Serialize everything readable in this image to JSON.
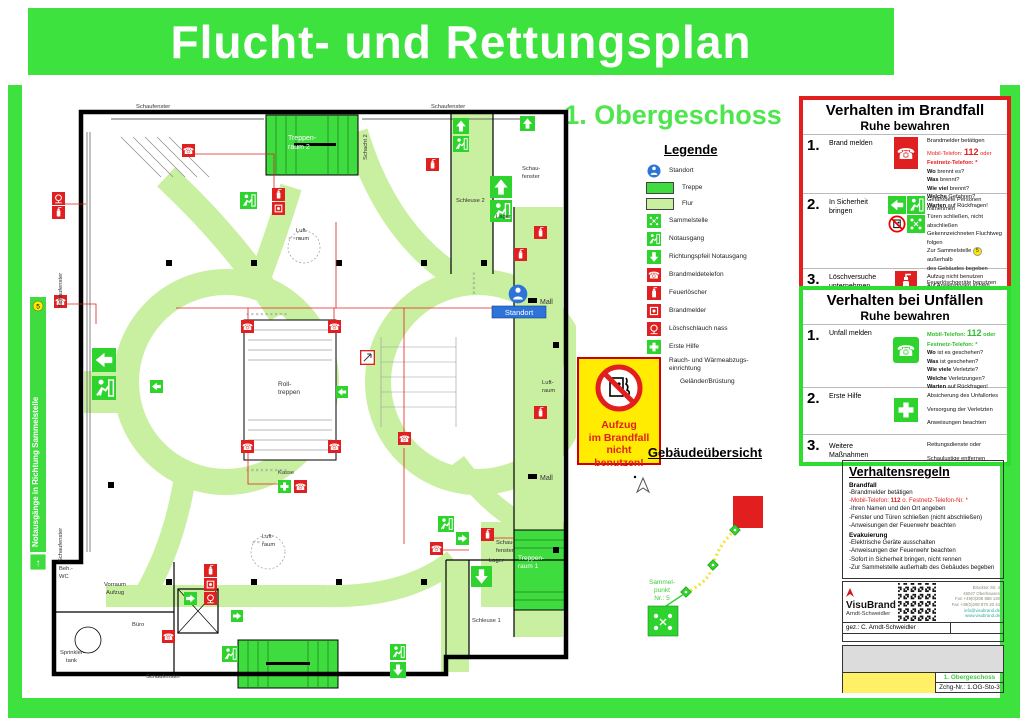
{
  "page": {
    "title": "Flucht- und Rettungsplan",
    "floor_heading": "1. Obergeschoss"
  },
  "colors": {
    "frame_green": "#3EE23E",
    "route_green": "#C9EFA1",
    "sign_green": "#2ED32E",
    "alarm_red": "#E02020",
    "standort_blue": "#2E74D8",
    "warning_yellow": "#FFEC00"
  },
  "legend": {
    "heading": "Legende",
    "items": [
      {
        "icon": "standort-icon",
        "label": "Standort"
      },
      {
        "icon": "stair-swatch",
        "label": "Treppe"
      },
      {
        "icon": "corridor-swatch",
        "label": "Flur"
      },
      {
        "icon": "assembly-point-icon",
        "label": "Sammelstelle"
      },
      {
        "icon": "emergency-exit-icon",
        "label": "Notausgang"
      },
      {
        "icon": "direction-arrow-icon",
        "label": "Richtungspfeil Notausgang"
      },
      {
        "icon": "fire-phone-icon",
        "label": "Brandmeldetelefon"
      },
      {
        "icon": "fire-extinguisher-icon",
        "label": "Feuerlöscher"
      },
      {
        "icon": "fire-alarm-icon",
        "label": "Brandmelder"
      },
      {
        "icon": "fire-hose-icon",
        "label": "Löschschlauch nass"
      },
      {
        "icon": "first-aid-icon",
        "label": "Erste Hilfe"
      },
      {
        "icon": "smoke-vent-icon",
        "label": "Rauch- und Wärmeabzugs-einrichtung"
      },
      {
        "icon": "railing-icon",
        "label": "Geländer/Brüstung"
      }
    ]
  },
  "brandfall": {
    "title": "Verhalten im Brandfall",
    "subtitle": "Ruhe bewahren",
    "steps": {
      "s1": {
        "num": "1.",
        "title": "Brand melden",
        "intro": "Brandmelder betätigen",
        "mobil": {
          "pre": "Mobil-Telefon:",
          "num": "112",
          "post": "oder"
        },
        "fest": "Festnetz-Telefon: *",
        "qa": [
          {
            "b": "Wo",
            "r": "brennt es?"
          },
          {
            "b": "Was",
            "r": "brennt?"
          },
          {
            "b": "Wie viel",
            "r": "brennt?"
          },
          {
            "b": "Welche",
            "r": "Gefahren?"
          },
          {
            "b": "Warten",
            "r": "auf Rückfragen!"
          }
        ]
      },
      "s2": {
        "num": "2.",
        "title": "In Sicherheit bringen",
        "lines": [
          "Gefährdete Personen mitnehmen",
          "Türen schließen, nicht abschließen",
          "Gekennzeichneten Fluchtweg folgen"
        ],
        "sammel": {
          "pre": "Zur Sammelstelle",
          "badge": "5",
          "post": "außerhalb"
        },
        "lines2": [
          "des Gebäudes begeben",
          "Aufzug nicht benutzen",
          "Auf Anweisungen achten"
        ]
      },
      "s3": {
        "num": "3.",
        "title": "Löschversuche unternehmen",
        "line": "Feuerlöschgeräte benutzen"
      }
    }
  },
  "unfall": {
    "title": "Verhalten bei Unfällen",
    "subtitle": "Ruhe bewahren",
    "steps": {
      "s1": {
        "num": "1.",
        "title": "Unfall melden",
        "mobil": {
          "pre": "Mobil-Telefon:",
          "num": "112",
          "post": "oder"
        },
        "fest": "Festnetz-Telefon: *",
        "qa": [
          {
            "b": "Wo",
            "r": "ist es geschehen?"
          },
          {
            "b": "Was",
            "r": "ist geschehen?"
          },
          {
            "b": "Wie viele",
            "r": "Verletzte?"
          },
          {
            "b": "Welche",
            "r": "Verletzungen?"
          },
          {
            "b": "Warten",
            "r": "auf Rückfragen!"
          }
        ]
      },
      "s2": {
        "num": "2.",
        "title": "Erste Hilfe",
        "lines": [
          "Absicherung des Unfallortes",
          "Versorgung der Verletzten",
          "Anweisungen beachten"
        ]
      },
      "s3": {
        "num": "3.",
        "title": "Weitere Maßnahmen",
        "lines": [
          "Rettungsdienste oder",
          "Schaulustige entfernen"
        ]
      }
    }
  },
  "regeln": {
    "heading": "Verhaltensregeln",
    "brand_heading": "Brandfall",
    "brand_item0": "-Brandmelder betätigen",
    "brand_phone": {
      "pre": "-Mobil-Telefon:",
      "num": "112",
      "post": "o. Festnetz-Telefon-Nr. *"
    },
    "brand_items": [
      "-Ihren Namen und den Ort angeben",
      "-Fenster und Türen schließen (nicht abschließen)",
      "-Anweisungen der Feuerwehr beachten"
    ],
    "evak_heading": "Evakuierung",
    "evak_items": [
      "-Elektrische Geräte ausschalten",
      "-Anweisungen der Feuerwehr beachten",
      "-Sofort in Sicherheit bringen, nicht rennen",
      "-Zur Sammelstelle außerhalb des Gebäudes begeben"
    ]
  },
  "uebersicht": {
    "heading": "Gebäudeübersicht",
    "sammelpunkt": [
      "Sammel-",
      "punkt",
      "Nr.: 5"
    ]
  },
  "warnschild": {
    "lines": [
      "Aufzug",
      "im Brandfall",
      "nicht",
      "benutzen!"
    ]
  },
  "banner": {
    "text": "Notausgänge in Richtung Sammelstelle",
    "badge": "5",
    "arrow": "↑"
  },
  "plan": {
    "schaufenster": "Schaufenster",
    "schau": "Schau-",
    "fenster": "fenster",
    "treppenraum2_1": "Treppen-",
    "treppenraum2_2": "raum 2",
    "schacht2": "Schacht 2",
    "schleuse2": "Schleuse 2",
    "lager": "Lager",
    "luft": "Luft-",
    "raum": "raum",
    "rolltreppen_1": "Roll-",
    "rolltreppen_2": "treppen",
    "kasse": "Kasse",
    "mall": "Mall",
    "beh": "Beh.-",
    "wc": "WC",
    "vorraum": "Vorraum",
    "aufzug": "Aufzug",
    "buero": "Büro",
    "sprinkler_1": "Sprinkler-",
    "sprinkler_2": "tank",
    "schleuse1": "Schleuse 1",
    "treppenraum1_1": "Treppen-",
    "treppenraum1_2": "raum 1",
    "standort": "Standort"
  },
  "firma": {
    "brand": "VisuBrand",
    "brand_sub": "Arndt-Schweidler",
    "address": [
      "Brücktor Str. 4",
      "46047 Oberhausen",
      "Fon +49(0)208 888 130",
      "Fax +49(0)208 870 20 44",
      "info@visubrand.de",
      "www.visubrand.de"
    ],
    "signed": "gez.: C. Arndt-Schweidler"
  },
  "titelblock": {
    "floor": "1. Obergeschoss",
    "zchg": "Zchg-Nr.: 1.OG-Sto-3"
  }
}
